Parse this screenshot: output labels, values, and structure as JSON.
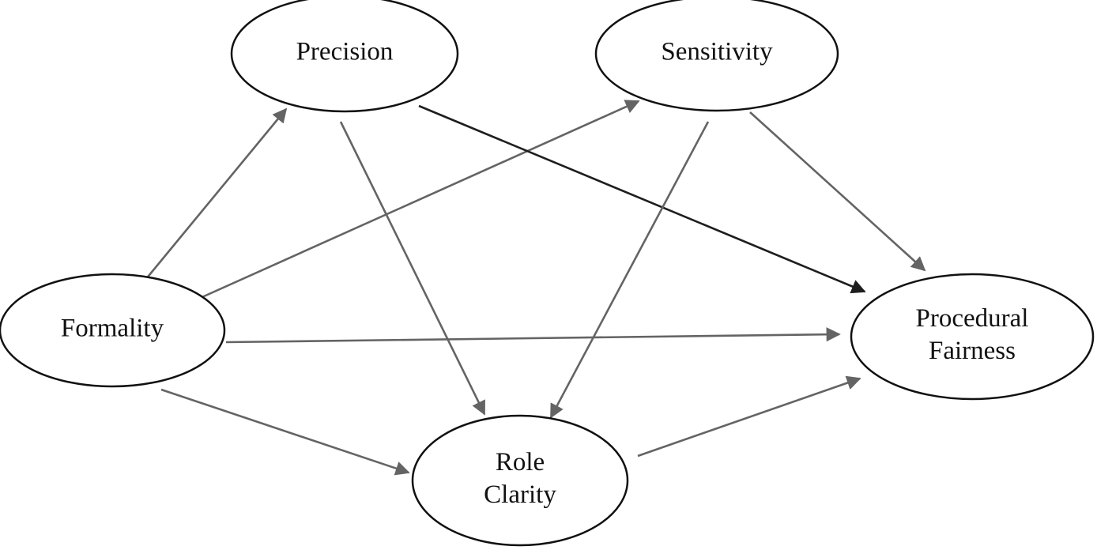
{
  "diagram": {
    "type": "path-model",
    "nodes": [
      {
        "id": "precision",
        "label_lines": [
          "Precision"
        ]
      },
      {
        "id": "sensitivity",
        "label_lines": [
          "Sensitivity"
        ]
      },
      {
        "id": "formality",
        "label_lines": [
          "Formality"
        ]
      },
      {
        "id": "procedural-fairness",
        "label_lines": [
          "Procedural",
          "Fairness"
        ]
      },
      {
        "id": "role-clarity",
        "label_lines": [
          "Role",
          "Clarity"
        ]
      }
    ],
    "edges": [
      {
        "from": "formality",
        "to": "precision",
        "color": "#646464"
      },
      {
        "from": "formality",
        "to": "sensitivity",
        "color": "#646464"
      },
      {
        "from": "formality",
        "to": "procedural-fairness",
        "color": "#646464"
      },
      {
        "from": "formality",
        "to": "role-clarity",
        "color": "#646464"
      },
      {
        "from": "precision",
        "to": "role-clarity",
        "color": "#646464"
      },
      {
        "from": "precision",
        "to": "procedural-fairness",
        "color": "#1e1e1e"
      },
      {
        "from": "sensitivity",
        "to": "role-clarity",
        "color": "#646464"
      },
      {
        "from": "sensitivity",
        "to": "procedural-fairness",
        "color": "#646464"
      },
      {
        "from": "role-clarity",
        "to": "procedural-fairness",
        "color": "#646464"
      }
    ]
  }
}
